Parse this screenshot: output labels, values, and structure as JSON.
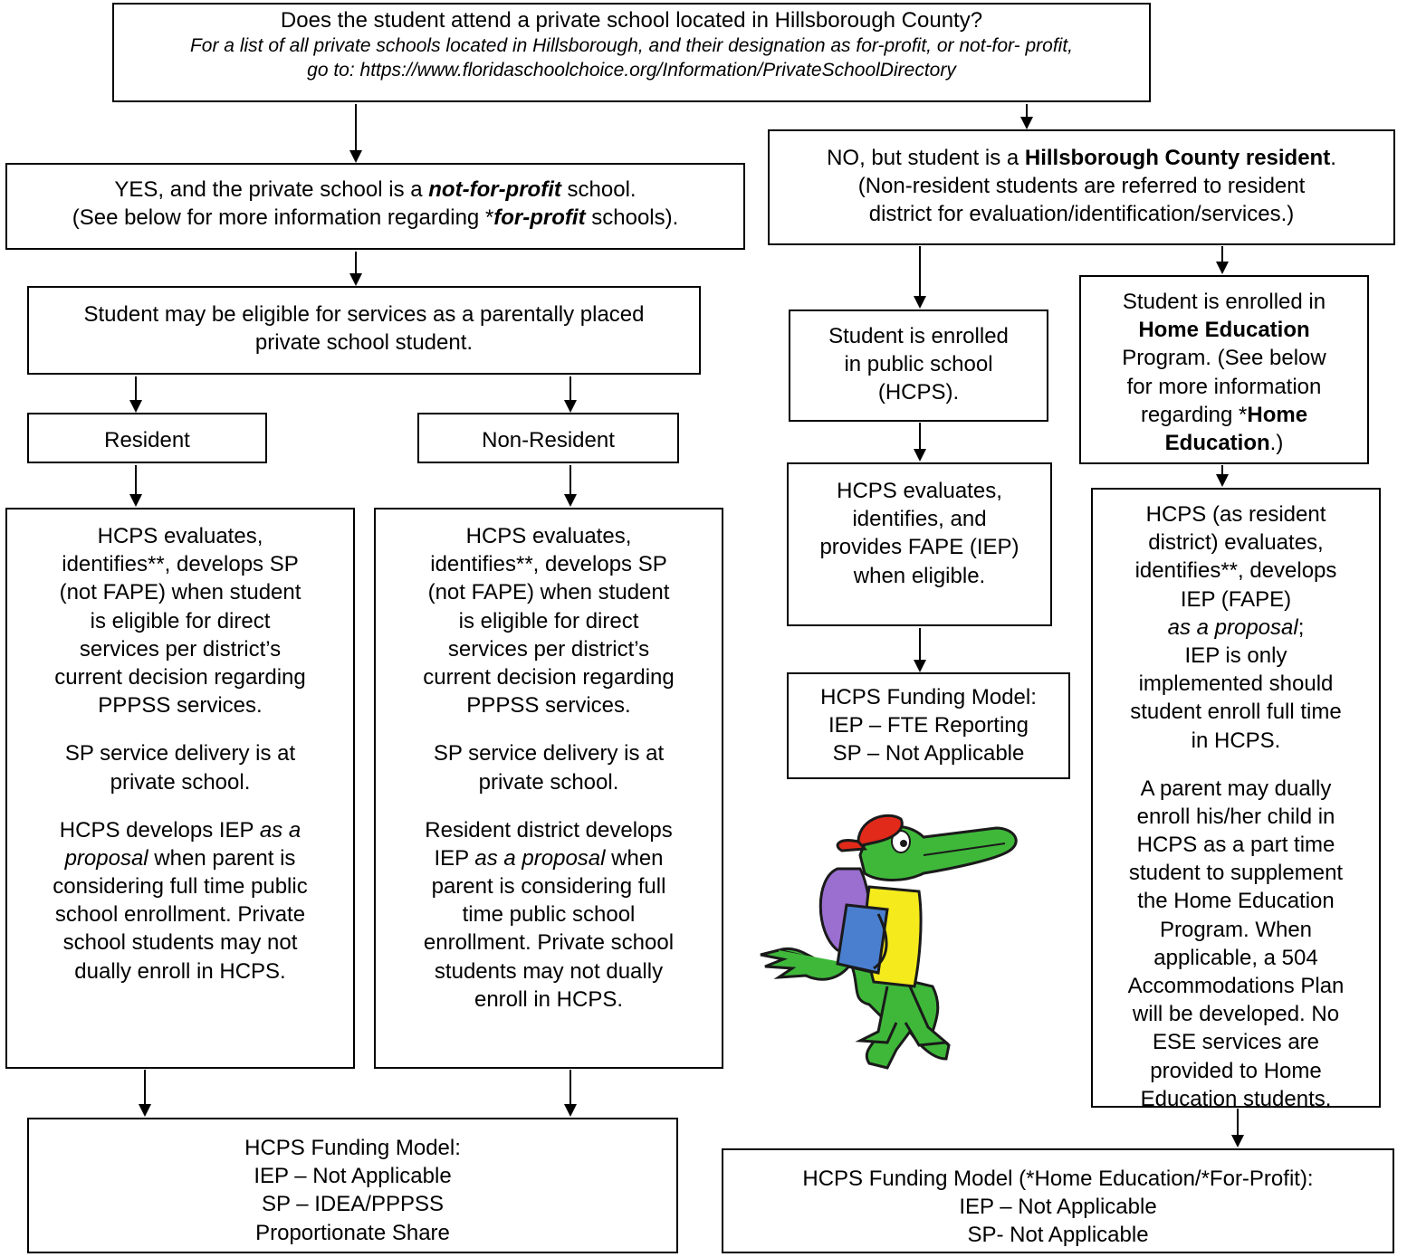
{
  "top": {
    "question": "Does the student attend a private school located in Hillsborough County?",
    "note_line1": "For a list of all private schools located in Hillsborough, and their designation as for-profit, or not-for- profit,",
    "note_line2": "go to: https://www.floridaschoolchoice.org/Information/PrivateSchoolDirectory"
  },
  "yes_branch": {
    "l1_a": "YES, and the private school is a ",
    "l1_b": "not-for-profit",
    "l1_c": " school.",
    "l2_a": "(See below for more information regarding *",
    "l2_b": "for-profit",
    "l2_c": " schools)."
  },
  "no_branch": {
    "l1_a": "NO, but student is a ",
    "l1_b": "Hillsborough County resident",
    "l1_c": ".",
    "l2": "(Non-resident students are referred to resident",
    "l3": "district for evaluation/identification/services.)"
  },
  "eligible": {
    "l1": "Student may be eligible for services as a parentally placed",
    "l2": "private school student."
  },
  "resident_label": "Resident",
  "nonresident_label": "Non-Resident",
  "resident_detail": {
    "p1": [
      "HCPS evaluates,",
      "identifies**, develops SP",
      "(not FAPE) when student",
      "is eligible for direct",
      "services per district’s",
      "current decision regarding",
      "PPPSS services."
    ],
    "p2": [
      "SP service delivery is at",
      "private school."
    ],
    "p3_l1_a": "HCPS develops IEP ",
    "p3_l1_b": "as a",
    "p3_l2_a": "proposal",
    "p3_l2_b": " when parent is",
    "p3_rest": [
      "considering full time public",
      "school enrollment.  Private",
      "school students may not",
      "dually enroll in HCPS."
    ]
  },
  "nonresident_detail": {
    "p1": [
      "HCPS evaluates,",
      "identifies**, develops SP",
      "(not FAPE) when student",
      "is eligible for direct",
      "services per district’s",
      "current decision regarding",
      "PPPSS services."
    ],
    "p2": [
      "SP service delivery is at",
      "private school."
    ],
    "p3_l1": "Resident district develops",
    "p3_l2_a": "IEP ",
    "p3_l2_b": "as a proposal",
    "p3_l2_c": " when",
    "p3_rest": [
      "parent is considering full",
      "time public school",
      "enrollment.  Private school",
      "students may not dually",
      "enroll in HCPS."
    ]
  },
  "public_enrolled": {
    "lines": [
      "Student is enrolled",
      "in public school",
      "(HCPS)."
    ]
  },
  "public_eval": {
    "lines": [
      "HCPS evaluates,",
      "identifies, and",
      "provides FAPE (IEP)",
      "when eligible."
    ]
  },
  "public_funding": {
    "lines": [
      "HCPS Funding Model:",
      "IEP – FTE Reporting",
      "SP – Not Applicable"
    ]
  },
  "home_enrolled": {
    "l1": "Student is enrolled in",
    "l2": "Home Education",
    "l3": "Program. (See below",
    "l4": "for more information",
    "l5_a": "regarding *",
    "l5_b": "Home",
    "l6_a": "Education",
    "l6_b": ".)"
  },
  "home_detail": {
    "p1_a": [
      "HCPS (as resident",
      "district) evaluates,",
      "identifies**, develops",
      "IEP (FAPE)"
    ],
    "p1_italic": "as a proposal",
    "p1_semicolon": ";",
    "p1_b": [
      "IEP is only",
      "implemented should",
      "student enroll full time",
      "in HCPS."
    ],
    "p2": [
      "A parent may dually",
      "enroll his/her child in",
      "HCPS as a part time",
      "student to supplement",
      "the Home Education",
      "Program.  When",
      "applicable, a 504",
      "Accommodations Plan",
      "will be developed.  No",
      "ESE services are",
      "provided to Home",
      "Education students."
    ]
  },
  "private_funding": {
    "lines": [
      "HCPS Funding Model:",
      "IEP – Not Applicable",
      "SP – IDEA/PPPSS",
      "Proportionate Share"
    ]
  },
  "home_funding": {
    "lines": [
      "HCPS Funding Model (*Home Education/*For-Profit):",
      "IEP – Not Applicable",
      "SP- Not Applicable"
    ]
  },
  "mascot": {
    "icon": "alligator-mascot-icon",
    "colors": {
      "body": "#3fb83a",
      "cap": "#e12a1a",
      "backpack": "#9a6fd0",
      "shirt": "#f5ea1c",
      "book": "#4a7fd0",
      "outline": "#1a1a1a"
    }
  }
}
